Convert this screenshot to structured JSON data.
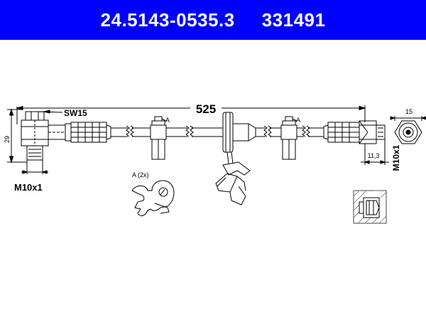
{
  "header": {
    "part_number": "24.5143-0535.3",
    "reference_number": "331491"
  },
  "drawing": {
    "overall_length": "525",
    "wrench_size": "SW15",
    "left_height": "29",
    "left_thread": "M10x1",
    "right_dim_width": "15",
    "right_dim_length": "11,3",
    "right_thread": "M10x1",
    "clip_marker_1": "A",
    "clip_marker_2": "A",
    "clip_detail_label": "A (2x)"
  }
}
